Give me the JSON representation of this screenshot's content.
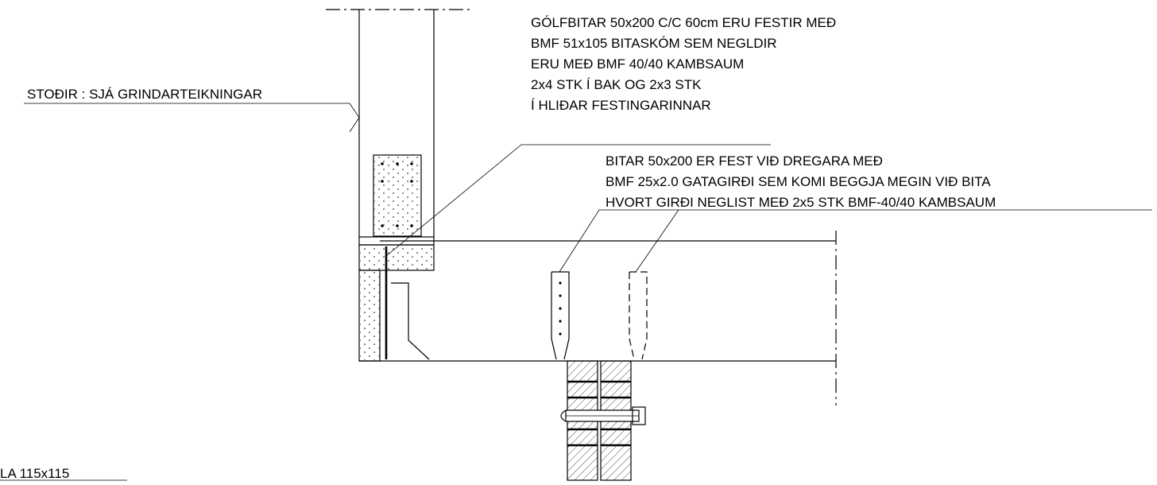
{
  "notes": {
    "joist_hanger": [
      "GÓLFBITAR 50x200 C/C 60cm ERU FESTIR   MEÐ",
      "BMF 51x105 BITASKÓM SEM NEGLDIR",
      "ERU MEÐ BMF 40/40 KAMBSAUM",
      "2x4 STK Í BAK OG 2x3 STK",
      "Í HLIÐAR FESTINGARINNAR"
    ],
    "beam_strap": [
      "BITAR 50x200 ER FEST VIÐ DREGARA MEÐ",
      "BMF 25x2.0 GATAGIRÐI SEM KOMI BEGGJA MEGIN VIÐ BITA",
      "HVORT GIRÐI NEGLIST MEÐ 2x5 STK BMF-40/40 KAMBSAUM"
    ],
    "studs": "STOÐIR : SJÁ GRINDARTEIKNINGAR",
    "column": "LA 115x115"
  }
}
